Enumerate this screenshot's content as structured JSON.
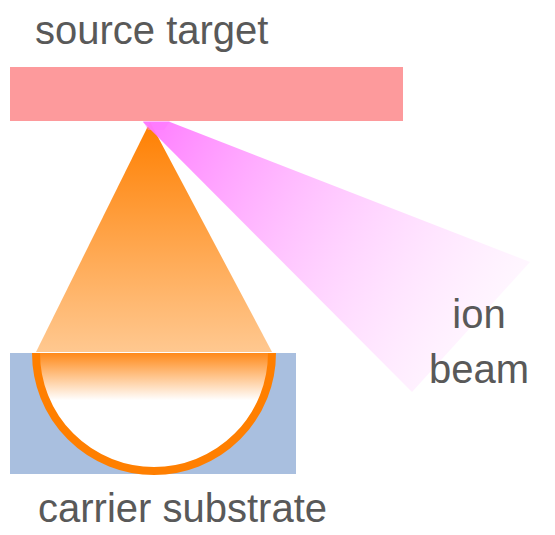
{
  "diagram": {
    "nodes": [
      {
        "text": [
          "source target"
        ]
      },
      {
        "text": [
          "carrier substrate"
        ]
      }
    ],
    "labels": [
      "ion beam"
    ]
  }
}
